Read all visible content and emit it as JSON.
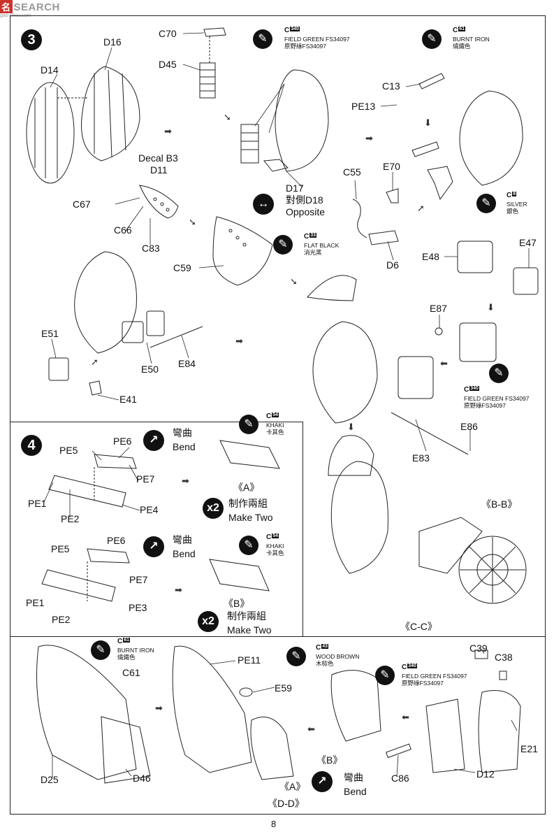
{
  "watermark": {
    "brand": "SEARCH",
    "prefix": "名",
    "url": "gao-shou.com"
  },
  "page_number": "8",
  "steps": {
    "s3": "3",
    "s4": "4"
  },
  "parts": {
    "d16": "D16",
    "d14": "D14",
    "c70": "C70",
    "d45": "D45",
    "d17": "D17",
    "c13": "C13",
    "pe13": "PE13",
    "decal": "Decal B3",
    "d11": "D11",
    "c67": "C67",
    "c66": "C66",
    "c83": "C83",
    "c59": "C59",
    "c55": "C55",
    "e70": "E70",
    "d6": "D6",
    "e48": "E48",
    "e47": "E47",
    "e87": "E87",
    "e51": "E51",
    "e50": "E50",
    "e84": "E84",
    "e41": "E41",
    "e86": "E86",
    "e83": "E83",
    "pe5a": "PE5",
    "pe6a": "PE6",
    "pe7a": "PE7",
    "pe1a": "PE1",
    "pe2a": "PE2",
    "pe4": "PE4",
    "pe5b": "PE5",
    "pe6b": "PE6",
    "pe7b": "PE7",
    "pe1b": "PE1",
    "pe2b": "PE2",
    "pe3": "PE3",
    "c61": "C61",
    "d25": "D25",
    "d46": "D46",
    "pe11": "PE11",
    "e59": "E59",
    "c86": "C86",
    "c39": "C39",
    "c38": "C38",
    "e21": "E21",
    "d12": "D12"
  },
  "opposite": {
    "zh": "對側D18",
    "en": "Opposite"
  },
  "colors": {
    "c340a": {
      "code": "C",
      "num": "340",
      "en": "FIELD GREEN FS34097",
      "zh": "原野綠FS34097"
    },
    "c61a": {
      "code": "C",
      "num": "61",
      "en": "BURNT IRON",
      "zh": "燒鐵色"
    },
    "c8": {
      "code": "C",
      "num": "8",
      "en": "SILVER",
      "zh": "銀色"
    },
    "c33": {
      "code": "C",
      "num": "33",
      "en": "FLAT BLACK",
      "zh": "消光黑"
    },
    "c340b": {
      "code": "C",
      "num": "340",
      "en": "FIELD GREEN FS34097",
      "zh": "原野綠FS34097"
    },
    "c54a": {
      "code": "C",
      "num": "54",
      "en": "KHAKI",
      "zh": "卡其色"
    },
    "c54b": {
      "code": "C",
      "num": "54",
      "en": "KHAKI",
      "zh": "卡其色"
    },
    "c61b": {
      "code": "C",
      "num": "61",
      "en": "BURNT IRON",
      "zh": "燒鐵色"
    },
    "c43": {
      "code": "C",
      "num": "43",
      "en": "WOOD BROWN",
      "zh": "木棕色"
    },
    "c340c": {
      "code": "C",
      "num": "340",
      "en": "FIELD GREEN FS34097",
      "zh": "原野綠FS34097"
    }
  },
  "bend": {
    "zh": "彎曲",
    "en": "Bend"
  },
  "make_two": {
    "mult": "x2",
    "zh": "制作兩組",
    "en": "Make Two"
  },
  "views": {
    "a1": "《A》",
    "b1": "《B》",
    "bb": "《B-B》",
    "cc": "《C-C》",
    "dd": "《D-D》",
    "b2": "《B》",
    "a2": "《A》"
  },
  "icons": {
    "paint": "paint-brush-icon",
    "bend": "bend-arrow-icon",
    "opposite": "double-arrow-icon",
    "step_arrow": "hatched-arrow-icon"
  }
}
